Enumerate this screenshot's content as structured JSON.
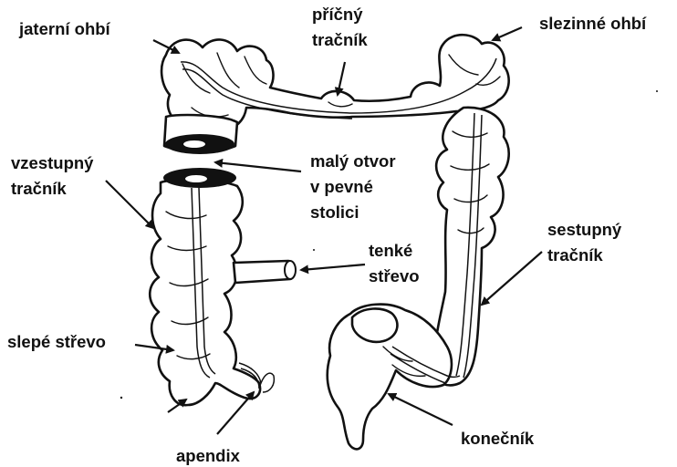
{
  "labels": {
    "hepatic_flexure": "jaterní ohbí",
    "transverse_colon_1": "příčný",
    "transverse_colon_2": "tračník",
    "splenic_flexure": "slezinné ohbí",
    "ascending_colon_1": "vzestupný",
    "ascending_colon_2": "tračník",
    "small_opening_1": "malý otvor",
    "small_opening_2": "v pevné",
    "small_opening_3": "stolici",
    "small_intestine_1": "tenké",
    "small_intestine_2": "střevo",
    "descending_colon_1": "sestupný",
    "descending_colon_2": "tračník",
    "cecum": "slepé střevo",
    "rectum": "konečník",
    "appendix": "apendix"
  },
  "style": {
    "ink": "#111111",
    "background": "#ffffff"
  }
}
